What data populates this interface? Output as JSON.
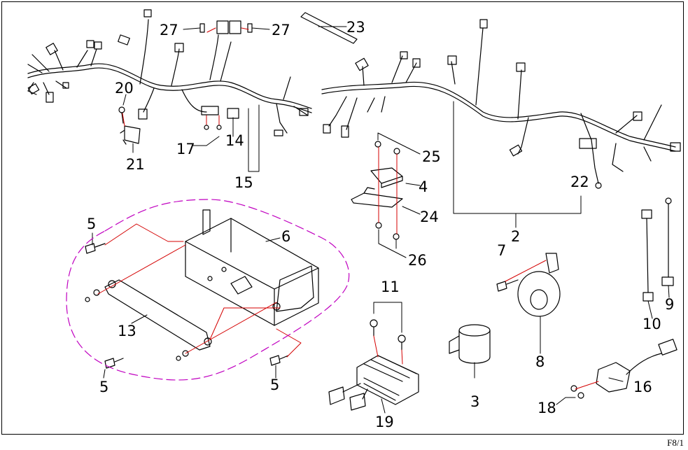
{
  "diagram": {
    "page_code": "F8/1",
    "colors": {
      "line": "#000000",
      "leader": "#d40000",
      "group": "#c000c0"
    },
    "callouts": [
      {
        "id": "c27a",
        "label": "27"
      },
      {
        "id": "c27b",
        "label": "27"
      },
      {
        "id": "c23",
        "label": "23"
      },
      {
        "id": "c20",
        "label": "20"
      },
      {
        "id": "c21",
        "label": "21"
      },
      {
        "id": "c17",
        "label": "17"
      },
      {
        "id": "c14",
        "label": "14"
      },
      {
        "id": "c15",
        "label": "15"
      },
      {
        "id": "c25",
        "label": "25"
      },
      {
        "id": "c4",
        "label": "4"
      },
      {
        "id": "c24",
        "label": "24"
      },
      {
        "id": "c26",
        "label": "26"
      },
      {
        "id": "c22",
        "label": "22"
      },
      {
        "id": "c2",
        "label": "2"
      },
      {
        "id": "c5a",
        "label": "5"
      },
      {
        "id": "c6",
        "label": "6"
      },
      {
        "id": "c13",
        "label": "13"
      },
      {
        "id": "c5b",
        "label": "5"
      },
      {
        "id": "c5c",
        "label": "5"
      },
      {
        "id": "c11",
        "label": "11"
      },
      {
        "id": "c19",
        "label": "19"
      },
      {
        "id": "c3",
        "label": "3"
      },
      {
        "id": "c7",
        "label": "7"
      },
      {
        "id": "c8",
        "label": "8"
      },
      {
        "id": "c9",
        "label": "9"
      },
      {
        "id": "c10",
        "label": "10"
      },
      {
        "id": "c16",
        "label": "16"
      },
      {
        "id": "c18",
        "label": "18"
      }
    ],
    "parts": [
      "wire-harness-left",
      "wire-harness-right",
      "battery-box",
      "battery-bracket",
      "regulator-rectifier",
      "relay",
      "horn",
      "ignition-coil",
      "cdi-unit",
      "bracket-plate",
      "connector-cables",
      "sensor-switch",
      "fuse-holder",
      "fuse-clip",
      "strap"
    ]
  }
}
